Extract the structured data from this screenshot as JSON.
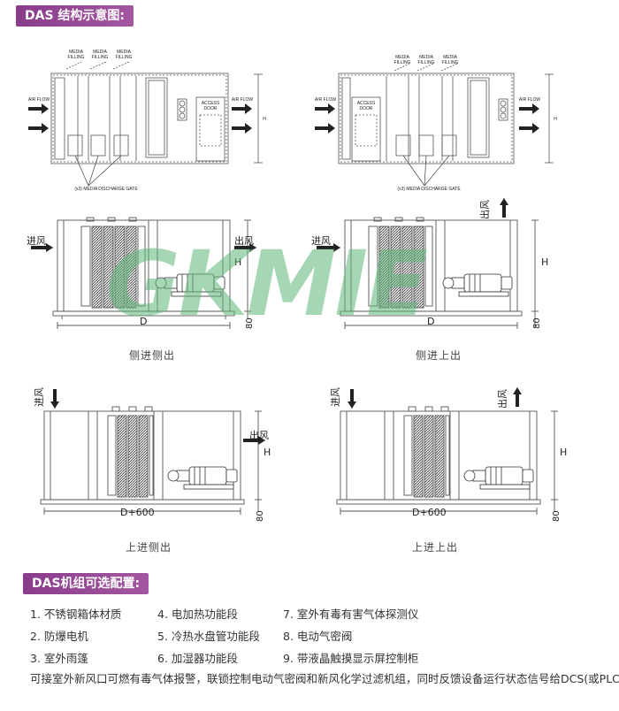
{
  "header": {
    "title": "DAS 结构示意图:"
  },
  "options_header": {
    "title": "DAS机组可选配置:"
  },
  "top_diagrams": {
    "media_filling": [
      "MEDIA",
      "FILLING"
    ],
    "air_flow": [
      "AIR FLOW"
    ],
    "access_door": [
      "ACCESS",
      "DOOR"
    ],
    "discharge_gate": "(x3) MEDIA DISCHARGE GATE",
    "h_label": "H"
  },
  "units": [
    {
      "caption": "侧进侧出",
      "inlet": "进风",
      "outlet": "出风",
      "d_label": "D",
      "h_label": "H",
      "base": "80"
    },
    {
      "caption": "侧进上出",
      "inlet": "进风",
      "outlet": "出风",
      "d_label": "D",
      "h_label": "H",
      "base": "80"
    },
    {
      "caption": "上进侧出",
      "inlet": "进风",
      "outlet": "出风",
      "d_label": "D+600",
      "h_label": "H",
      "base": "80"
    },
    {
      "caption": "上进上出",
      "inlet": "进风",
      "outlet": "出风",
      "d_label": "D+600",
      "h_label": "H",
      "base": "80"
    }
  ],
  "watermark": "GKMIE",
  "options": {
    "col1": [
      "1. 不锈钢箱体材质",
      "2. 防爆电机",
      "3. 室外雨篷"
    ],
    "col2": [
      "4. 电加热功能段",
      "5. 冷热水盘管功能段",
      "6. 加湿器功能段"
    ],
    "col3": [
      "7. 室外有毒有害气体探测仪",
      "8. 电动气密阀",
      "9. 带液晶触摸显示屏控制柜"
    ]
  },
  "note": "可接室外新风口可燃有毒气体报警，联锁控制电动气密阀和新风化学过滤机组，同时反馈设备运行状态信号给DCS(或PLC)。"
}
